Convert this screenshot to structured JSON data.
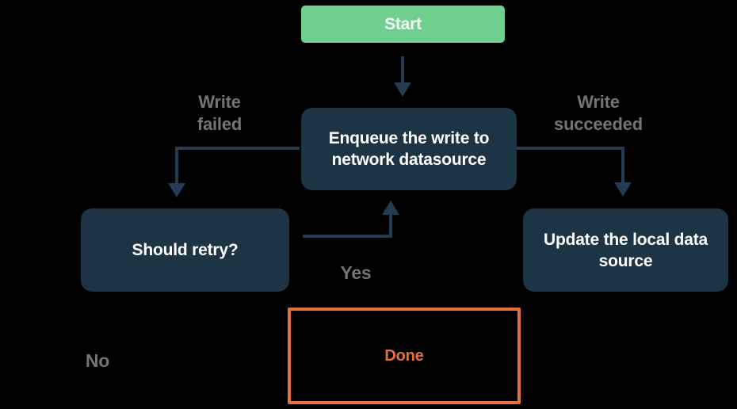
{
  "diagram": {
    "type": "flowchart",
    "nodes": {
      "start": {
        "label": "Start"
      },
      "enqueue": {
        "label": "Enqueue the write to\nnetwork datasource"
      },
      "should_retry": {
        "label": "Should retry?"
      },
      "update_local": {
        "label": "Update the local data\nsource"
      },
      "done": {
        "label": "Done"
      }
    },
    "edge_labels": {
      "write_failed": "Write\nfailed",
      "write_succeeded": "Write\nsucceeded",
      "yes": "Yes",
      "no": "No"
    },
    "edges": [
      {
        "from": "start",
        "to": "enqueue",
        "label": ""
      },
      {
        "from": "enqueue",
        "to": "should_retry",
        "label": "Write failed"
      },
      {
        "from": "enqueue",
        "to": "update_local",
        "label": "Write succeeded"
      },
      {
        "from": "should_retry",
        "to": "enqueue",
        "label": "Yes"
      },
      {
        "from": "should_retry",
        "to": "done",
        "label": "No"
      }
    ]
  },
  "colors": {
    "background": "#000000",
    "start_fill": "#6fcf8f",
    "node_fill": "#1c3444",
    "node_text": "#ffffff",
    "arrow": "#243b52",
    "edge_label_text": "#747474",
    "done_accent": "#e5703c"
  }
}
